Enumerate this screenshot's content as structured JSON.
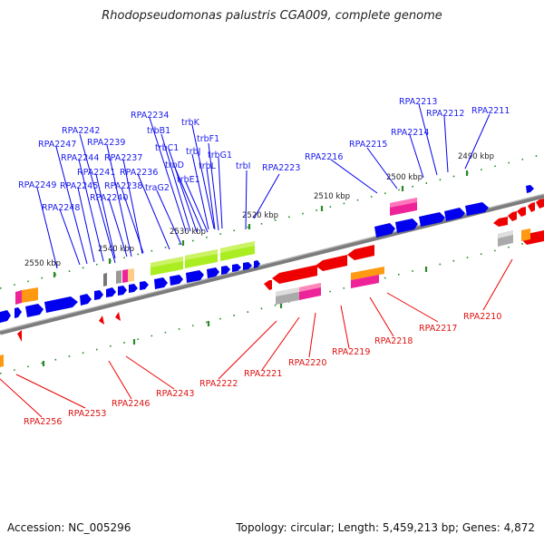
{
  "header": {
    "title": "Rhodopseudomonas palustris CGA009, complete genome"
  },
  "footer": {
    "accession": "Accession: NC_005296",
    "summary": "Topology: circular; Length: 5,459,213 bp; Genes: 4,872"
  },
  "colors": {
    "forward": "#0000ee",
    "reverse": "#ee0000",
    "backbone": "#808080",
    "tick": "#2a8a2a",
    "hlgreen": "#aaee22",
    "magenta": "#ee2299",
    "orange": "#ff9911"
  },
  "axis": {
    "kbp_labels": [
      "2550 kbp",
      "2540 kbp",
      "2530 kbp",
      "2520 kbp",
      "2510 kbp",
      "2500 kbp",
      "2490 kbp"
    ]
  },
  "labels": {
    "forward": [
      "RPA2213",
      "RPA2212",
      "RPA2211",
      "RPA2214",
      "RPA2215",
      "RPA2216",
      "RPA2234",
      "trbK",
      "RPA2242",
      "trbB1",
      "trbF1",
      "RPA2239",
      "trbC1",
      "trbJ",
      "trbG1",
      "RPA2247",
      "RPA2244",
      "RPA2237",
      "trbD",
      "trbL",
      "trbI",
      "RPA2223",
      "RPA2241",
      "RPA2236",
      "trbE1",
      "RPA2249",
      "RPA2245",
      "RPA2238",
      "traG2",
      "RPA2240",
      "RPA2248"
    ],
    "reverse": [
      "RPA2210",
      "RPA2217",
      "RPA2218",
      "RPA2219",
      "RPA2220",
      "RPA2221",
      "RPA2222",
      "RPA2243",
      "RPA2246",
      "RPA2253",
      "RPA2256"
    ]
  }
}
